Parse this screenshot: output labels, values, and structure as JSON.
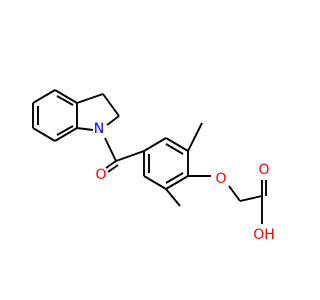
{
  "structure": {
    "colors": {
      "bond": "#000000",
      "nitrogen": "#0000ff",
      "oxygen": "#ff0000",
      "background": "#ffffff"
    },
    "labels": {
      "nitrogen": "N",
      "carbonyl_oxygen": "O",
      "ether_oxygen": "O",
      "carbonyl_oxygen_acid": "O",
      "hydroxyl": "OH"
    }
  }
}
